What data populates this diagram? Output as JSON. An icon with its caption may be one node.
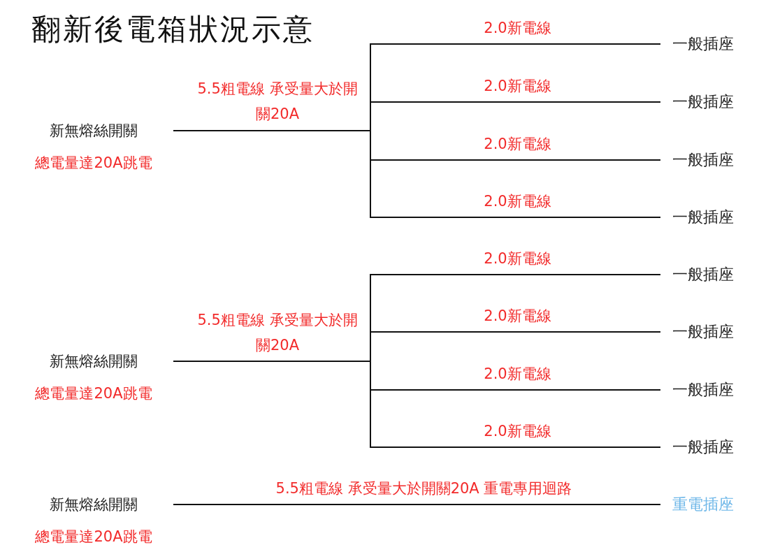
{
  "diagram": {
    "title": "翻新後電箱狀況示意",
    "nodes": [
      {
        "text": [
          "新無熔絲開關",
          "總電量達20A跳電"
        ]
      },
      {
        "text": [
          "一般插座"
        ]
      },
      {
        "text": [
          "一般插座"
        ]
      },
      {
        "text": [
          "一般插座"
        ]
      },
      {
        "text": [
          "一般插座"
        ]
      },
      {
        "text": [
          "新無熔絲開關",
          "總電量達20A跳電"
        ]
      },
      {
        "text": [
          "一般插座"
        ]
      },
      {
        "text": [
          "一般插座"
        ]
      },
      {
        "text": [
          "一般插座"
        ]
      },
      {
        "text": [
          "一般插座"
        ]
      },
      {
        "text": [
          "新無熔絲開關",
          "總電量達20A跳電"
        ]
      },
      {
        "text": [
          "重電插座"
        ]
      }
    ],
    "edges": [
      {
        "from": 0,
        "to": 1,
        "arrow": "none",
        "label": "2.0新電線"
      },
      {
        "from": 0,
        "to": 2,
        "arrow": "none",
        "label": "2.0新電線"
      },
      {
        "from": 0,
        "to": 3,
        "arrow": "none",
        "label": "2.0新電線"
      },
      {
        "from": 0,
        "to": 4,
        "arrow": "none",
        "label": "2.0新電線"
      },
      {
        "from": 5,
        "to": 6,
        "arrow": "none",
        "label": "2.0新電線"
      },
      {
        "from": 5,
        "to": 7,
        "arrow": "none",
        "label": "2.0新電線"
      },
      {
        "from": 5,
        "to": 8,
        "arrow": "none",
        "label": "2.0新電線"
      },
      {
        "from": 5,
        "to": 9,
        "arrow": "none",
        "label": "2.0新電線"
      },
      {
        "from": 10,
        "to": 11,
        "arrow": "none",
        "label": "5.5粗電線 承受量大於開關20A 重電專用迴路"
      }
    ],
    "labels": [
      "5.5粗電線 承受量大於開關20A",
      "5.5粗電線 承受量大於開關20A"
    ]
  }
}
